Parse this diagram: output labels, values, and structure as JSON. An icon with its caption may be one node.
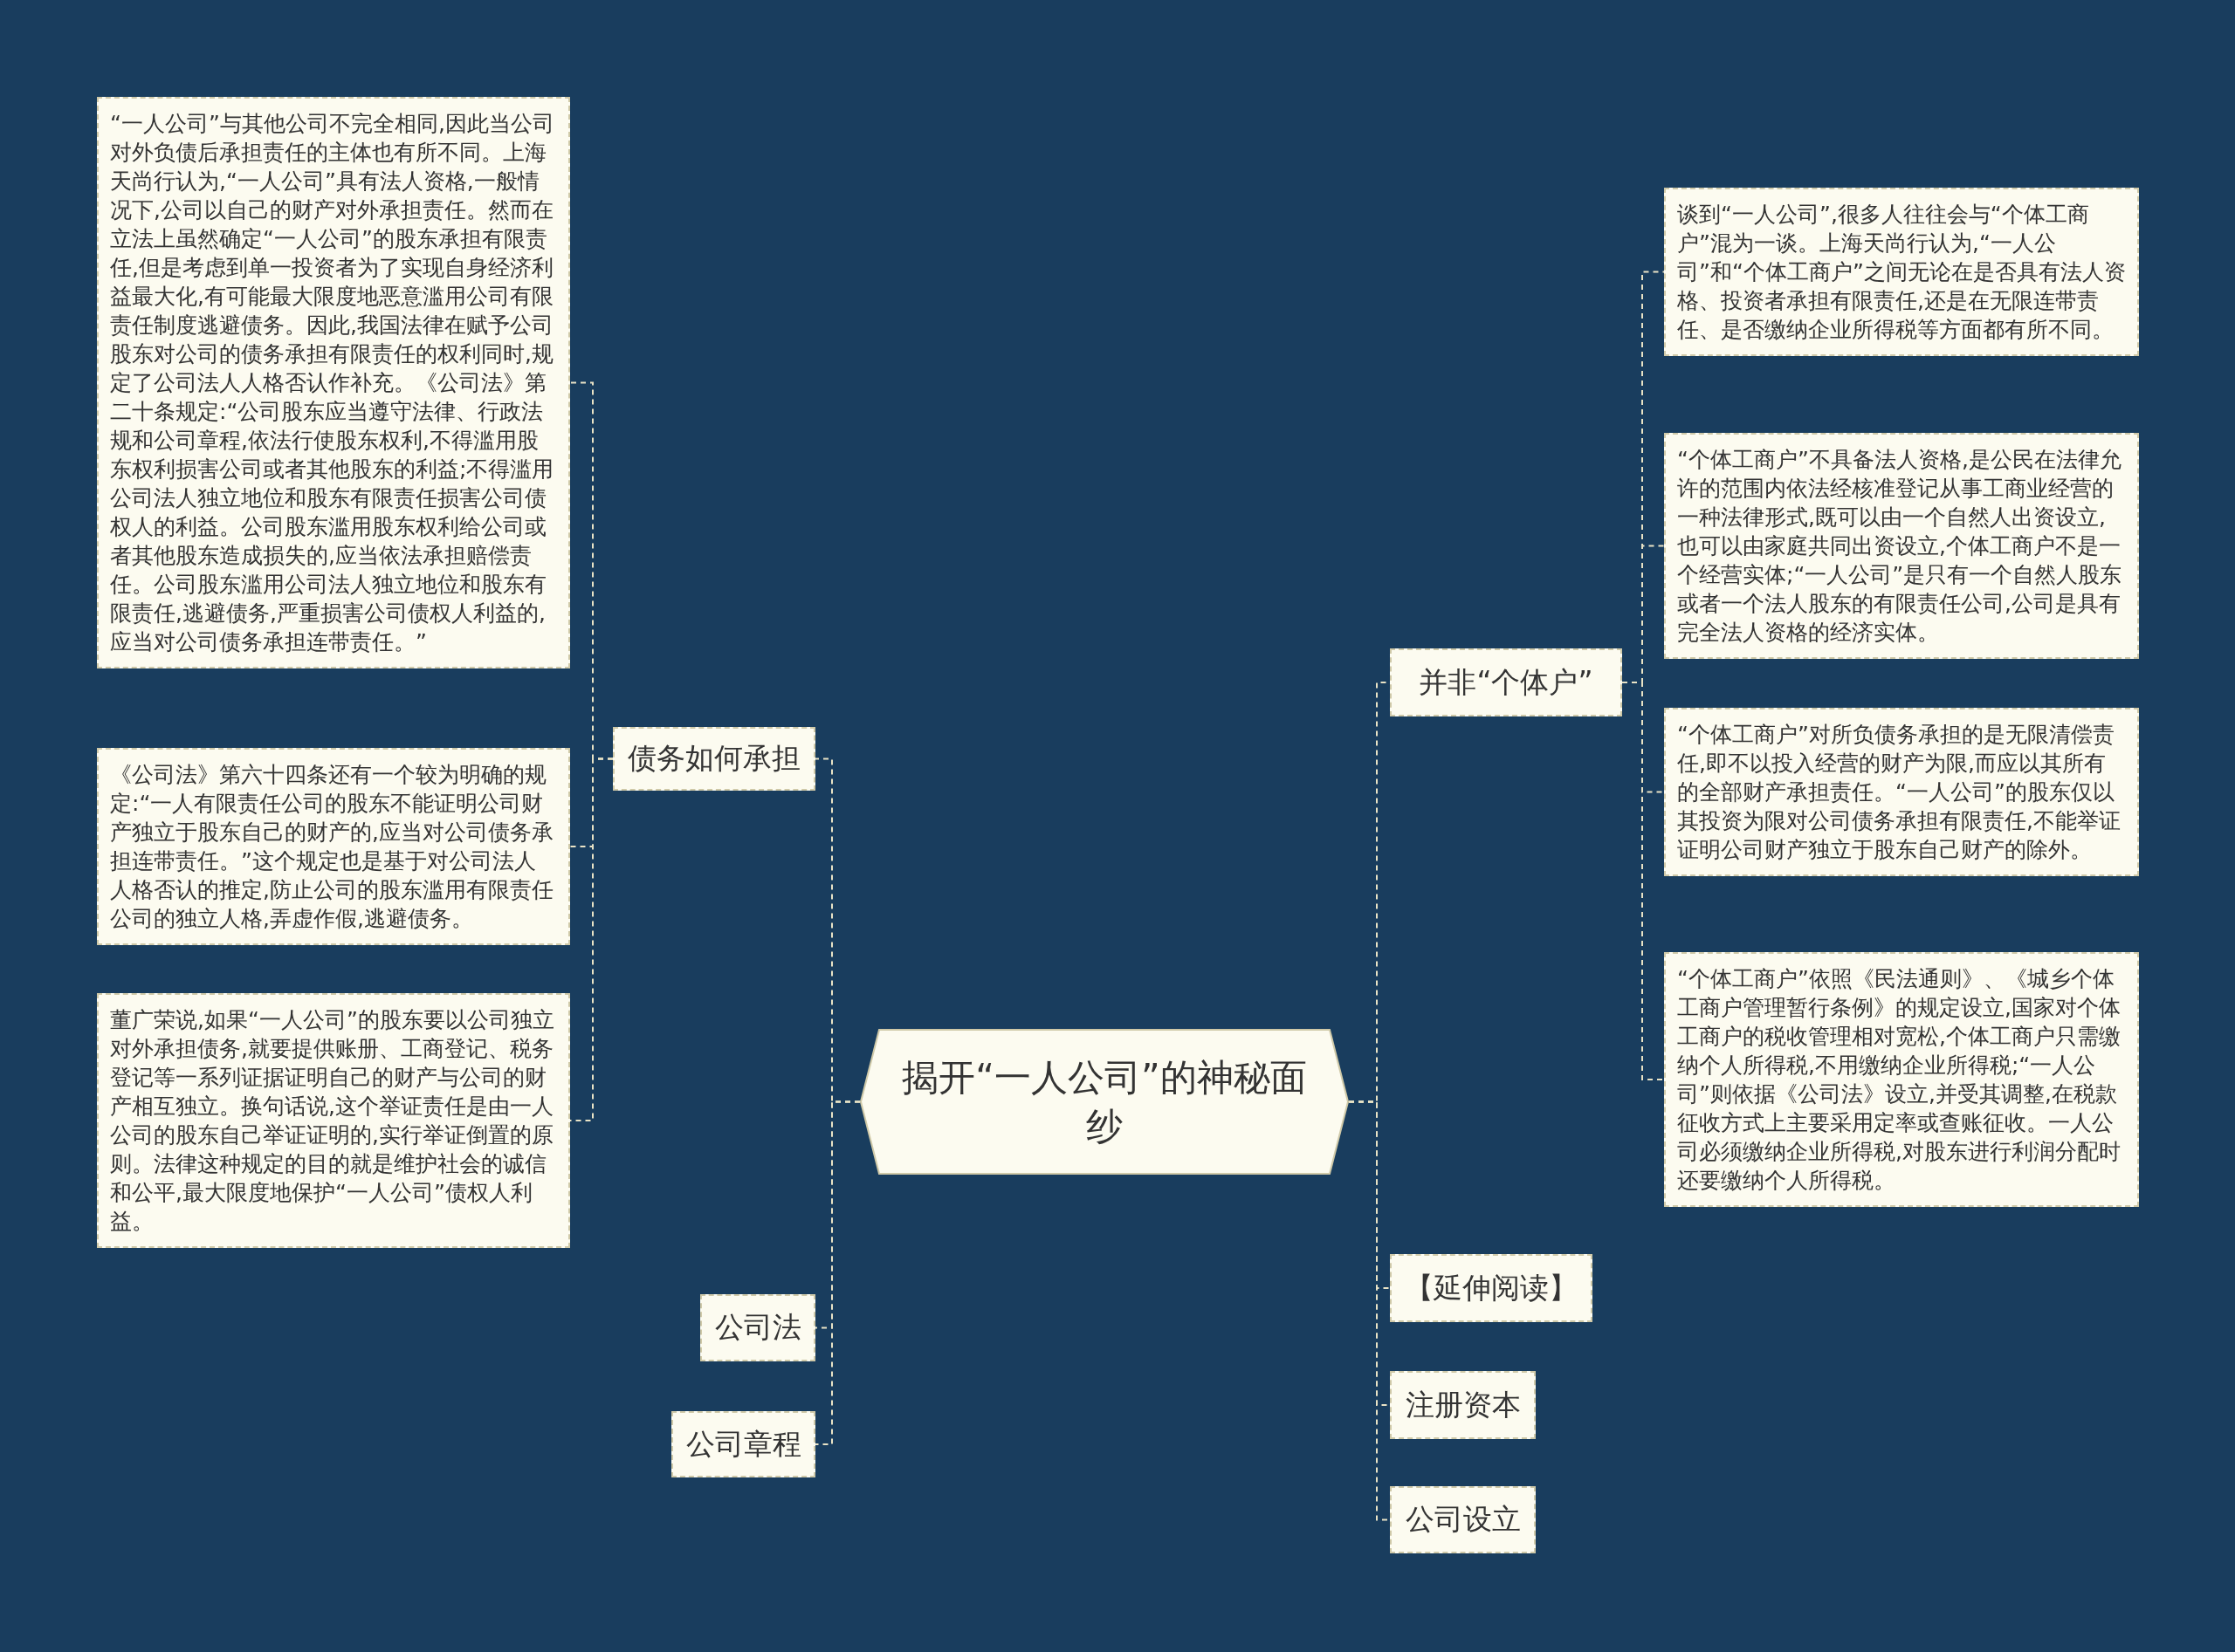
{
  "diagram": {
    "nodes": [
      {
        "text": [
          "揭开“一人公司”的神秘面纱"
        ]
      },
      {
        "text": [
          "债务如何承担"
        ]
      },
      {
        "text": [
          "“一人公司”与其他公司不完全相同,因此当公司对外负债后承担责任的主体也有所不同。上海天尚行认为,“一人公司”具有法人资格,一般情况下,公司以自己的财产对外承担责任。然而在立法上虽然确定“一人公司”的股东承担有限责任,但是考虑到单一投资者为了实现自身经济利益最大化,有可能最大限度地恶意滥用公司有限责任制度逃避债务。因此,我国法律在赋予公司股东对公司的债务承担有限责任的权利同时,规定了公司法人人格否认作补充。《公司法》第二十条规定:“公司股东应当遵守法律、行政法规和公司章程,依法行使股东权利,不得滥用股东权利损害公司或者其他股东的利益;不得滥用公司法人独立地位和股东有限责任损害公司债权人的利益。公司股东滥用股东权利给公司或者其他股东造成损失的,应当依法承担赔偿责任。公司股东滥用公司法人独立地位和股东有限责任,逃避债务,严重损害公司债权人利益的,应当对公司债务承担连带责任。”"
        ]
      },
      {
        "text": [
          "《公司法》第六十四条还有一个较为明确的规定:“一人有限责任公司的股东不能证明公司财产独立于股东自己的财产的,应当对公司债务承担连带责任。”这个规定也是基于对公司法人人格否认的推定,防止公司的股东滥用有限责任公司的独立人格,弄虚作假,逃避债务。"
        ]
      },
      {
        "text": [
          "董广荣说,如果“一人公司”的股东要以公司独立对外承担债务,就要提供账册、工商登记、税务登记等一系列证据证明自己的财产与公司的财产相互独立。换句话说,这个举证责任是由一人公司的股东自己举证证明的,实行举证倒置的原则。法律这种规定的目的就是维护社会的诚信和公平,最大限度地保护“一人公司”债权人利益。"
        ]
      },
      {
        "text": [
          "公司法"
        ]
      },
      {
        "text": [
          "公司章程"
        ]
      },
      {
        "text": [
          "并非“个体户”"
        ]
      },
      {
        "text": [
          "谈到“一人公司”,很多人往往会与“个体工商户”混为一谈。上海天尚行认为,“一人公司”和“个体工商户”之间无论在是否具有法人资格、投资者承担有限责任,还是在无限连带责任、是否缴纳企业所得税等方面都有所不同。"
        ]
      },
      {
        "text": [
          "“个体工商户”不具备法人资格,是公民在法律允许的范围内依法经核准登记从事工商业经营的一种法律形式,既可以由一个自然人出资设立,也可以由家庭共同出资设立,个体工商户不是一个经营实体;“一人公司”是只有一个自然人股东或者一个法人股东的有限责任公司,公司是具有完全法人资格的经济实体。"
        ]
      },
      {
        "text": [
          "“个体工商户”对所负债务承担的是无限清偿责任,即不以投入经营的财产为限,而应以其所有的全部财产承担责任。“一人公司”的股东仅以其投资为限对公司债务承担有限责任,不能举证证明公司财产独立于股东自己财产的除外。"
        ]
      },
      {
        "text": [
          "“个体工商户”依照《民法通则》、《城乡个体工商户管理暂行条例》的规定设立,国家对个体工商户的税收管理相对宽松,个体工商户只需缴纳个人所得税,不用缴纳企业所得税;“一人公司”则依据《公司法》设立,并受其调整,在税款征收方式上主要采用定率或查账征收。一人公司必须缴纳企业所得税,对股东进行利润分配时还要缴纳个人所得税。"
        ]
      },
      {
        "text": [
          "【延伸阅读】"
        ]
      },
      {
        "text": [
          "注册资本"
        ]
      },
      {
        "text": [
          "公司设立"
        ]
      }
    ],
    "edges": [
      {
        "from": 0,
        "to": 1,
        "arrow": "none"
      },
      {
        "from": 1,
        "to": 2,
        "arrow": "none"
      },
      {
        "from": 1,
        "to": 3,
        "arrow": "none"
      },
      {
        "from": 1,
        "to": 4,
        "arrow": "none"
      },
      {
        "from": 0,
        "to": 5,
        "arrow": "none"
      },
      {
        "from": 0,
        "to": 6,
        "arrow": "none"
      },
      {
        "from": 0,
        "to": 7,
        "arrow": "none"
      },
      {
        "from": 7,
        "to": 8,
        "arrow": "none"
      },
      {
        "from": 7,
        "to": 9,
        "arrow": "none"
      },
      {
        "from": 7,
        "to": 10,
        "arrow": "none"
      },
      {
        "from": 7,
        "to": 11,
        "arrow": "none"
      },
      {
        "from": 0,
        "to": 12,
        "arrow": "none"
      },
      {
        "from": 0,
        "to": 13,
        "arrow": "none"
      },
      {
        "from": 0,
        "to": 14,
        "arrow": "none"
      }
    ]
  }
}
